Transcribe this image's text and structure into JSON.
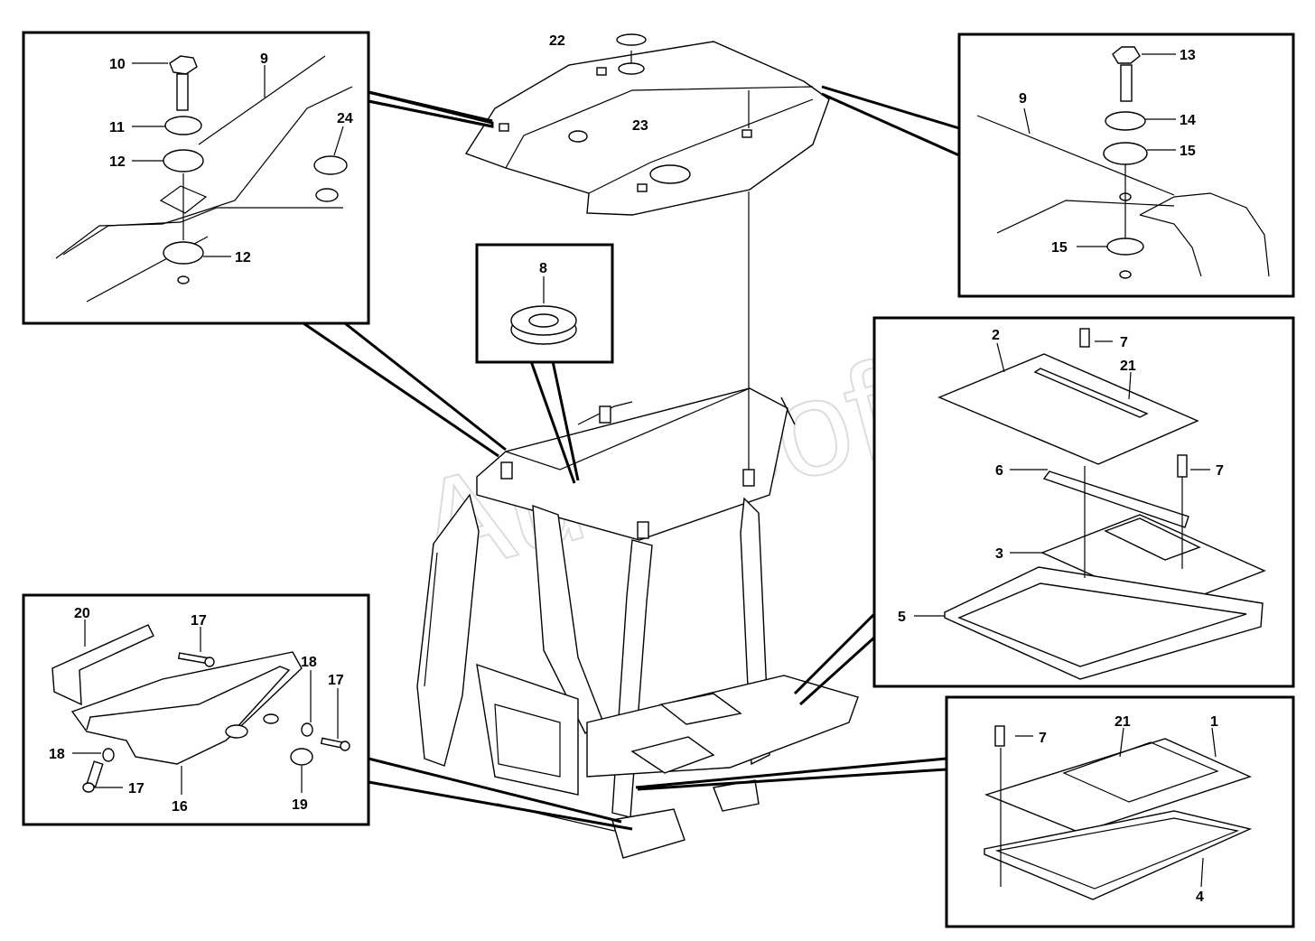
{
  "watermark": "AutoSoft",
  "callouts": [
    {
      "id": "c10",
      "text": "10"
    },
    {
      "id": "c9a",
      "text": "9"
    },
    {
      "id": "c24",
      "text": "24"
    },
    {
      "id": "c11",
      "text": "11"
    },
    {
      "id": "c12a",
      "text": "12"
    },
    {
      "id": "c12b",
      "text": "12"
    },
    {
      "id": "c22",
      "text": "22"
    },
    {
      "id": "c23",
      "text": "23"
    },
    {
      "id": "c8",
      "text": "8"
    },
    {
      "id": "c13",
      "text": "13"
    },
    {
      "id": "c9b",
      "text": "9"
    },
    {
      "id": "c14",
      "text": "14"
    },
    {
      "id": "c15a",
      "text": "15"
    },
    {
      "id": "c15b",
      "text": "15"
    },
    {
      "id": "c2",
      "text": "2"
    },
    {
      "id": "c7a",
      "text": "7"
    },
    {
      "id": "c21a",
      "text": "21"
    },
    {
      "id": "c6",
      "text": "6"
    },
    {
      "id": "c7b",
      "text": "7"
    },
    {
      "id": "c3",
      "text": "3"
    },
    {
      "id": "c5",
      "text": "5"
    },
    {
      "id": "c20",
      "text": "20"
    },
    {
      "id": "c17a",
      "text": "17"
    },
    {
      "id": "c18a",
      "text": "18"
    },
    {
      "id": "c17b",
      "text": "17"
    },
    {
      "id": "c18b",
      "text": "18"
    },
    {
      "id": "c17c",
      "text": "17"
    },
    {
      "id": "c16",
      "text": "16"
    },
    {
      "id": "c19",
      "text": "19"
    },
    {
      "id": "c7c",
      "text": "7"
    },
    {
      "id": "c21b",
      "text": "21"
    },
    {
      "id": "c1",
      "text": "1"
    },
    {
      "id": "c4",
      "text": "4"
    }
  ]
}
